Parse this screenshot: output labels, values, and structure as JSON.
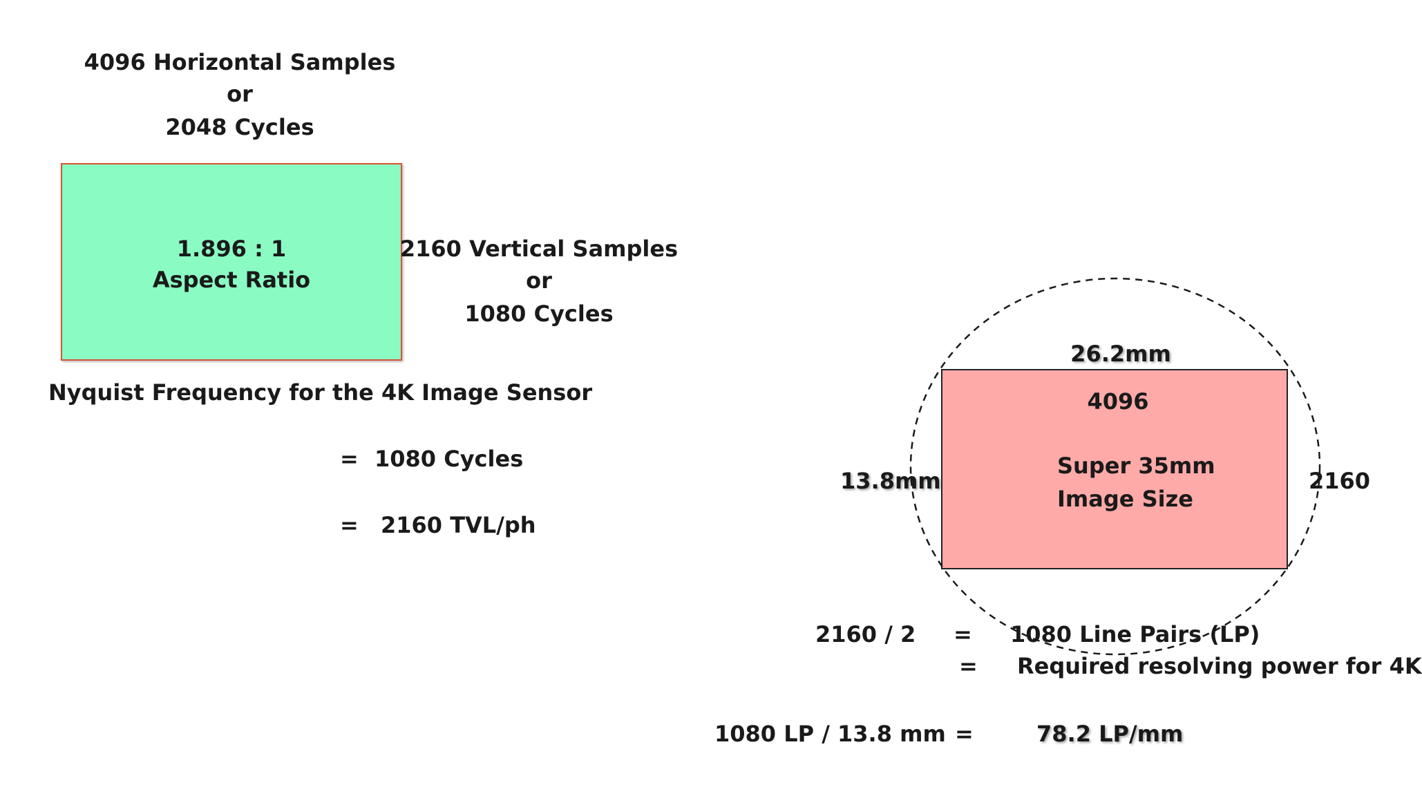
{
  "left": {
    "horizontal_line1": "4096 Horizontal Samples",
    "horizontal_line2": "or",
    "horizontal_line3": "2048 Cycles",
    "box_line1": "1.896 : 1",
    "box_line2": "Aspect Ratio",
    "vertical_line1": "2160 Vertical Samples",
    "vertical_line2": "or",
    "vertical_line3": "1080 Cycles",
    "nyquist_title": "Nyquist Frequency for the 4K Image Sensor",
    "eq1_sign": "=",
    "eq1_value": "1080 Cycles",
    "eq2_sign": "=",
    "eq2_value": "2160 TVL/ph"
  },
  "right": {
    "width_label": "26.2mm",
    "height_label": "13.8mm",
    "box_top": "4096",
    "box_line1": "Super 35mm",
    "box_line2": "Image Size",
    "right_label": "2160",
    "calc1_left": "2160 / 2",
    "calc1_sign": "=",
    "calc1_right": "1080 Line Pairs (LP)",
    "calc2_sign": "=",
    "calc2_right": "Required resolving power for 4K",
    "calc3_left": "1080 LP / 13.8 mm",
    "calc3_sign": "=",
    "calc3_right": "78.2 LP/mm"
  },
  "colors": {
    "green_fill": "#8bfbc4",
    "green_border": "#d9542f",
    "pink_fill": "#fdaaa8"
  }
}
